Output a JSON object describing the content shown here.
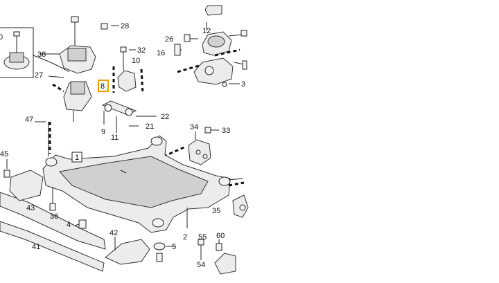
{
  "diagram": {
    "callouts": {
      "c1": "1",
      "c2": "2",
      "c4": "4",
      "c5": "5",
      "c8": "8",
      "c9": "9",
      "c10": "10",
      "c11": "11",
      "c12": "12",
      "c16": "16",
      "c21": "21",
      "c22": "22",
      "c26": "26",
      "c27": "27",
      "c28": "28",
      "c32": "32",
      "c33": "33",
      "c34": "34",
      "c35": "35",
      "c36": "36",
      "c38": "38",
      "c41": "41",
      "c42": "42",
      "c43": "43",
      "c45": "45",
      "c47": "47",
      "c54": "54",
      "c55": "55",
      "c60": "60",
      "c0": "0",
      "c3": "3"
    },
    "highlight_color": "#e8a000"
  }
}
